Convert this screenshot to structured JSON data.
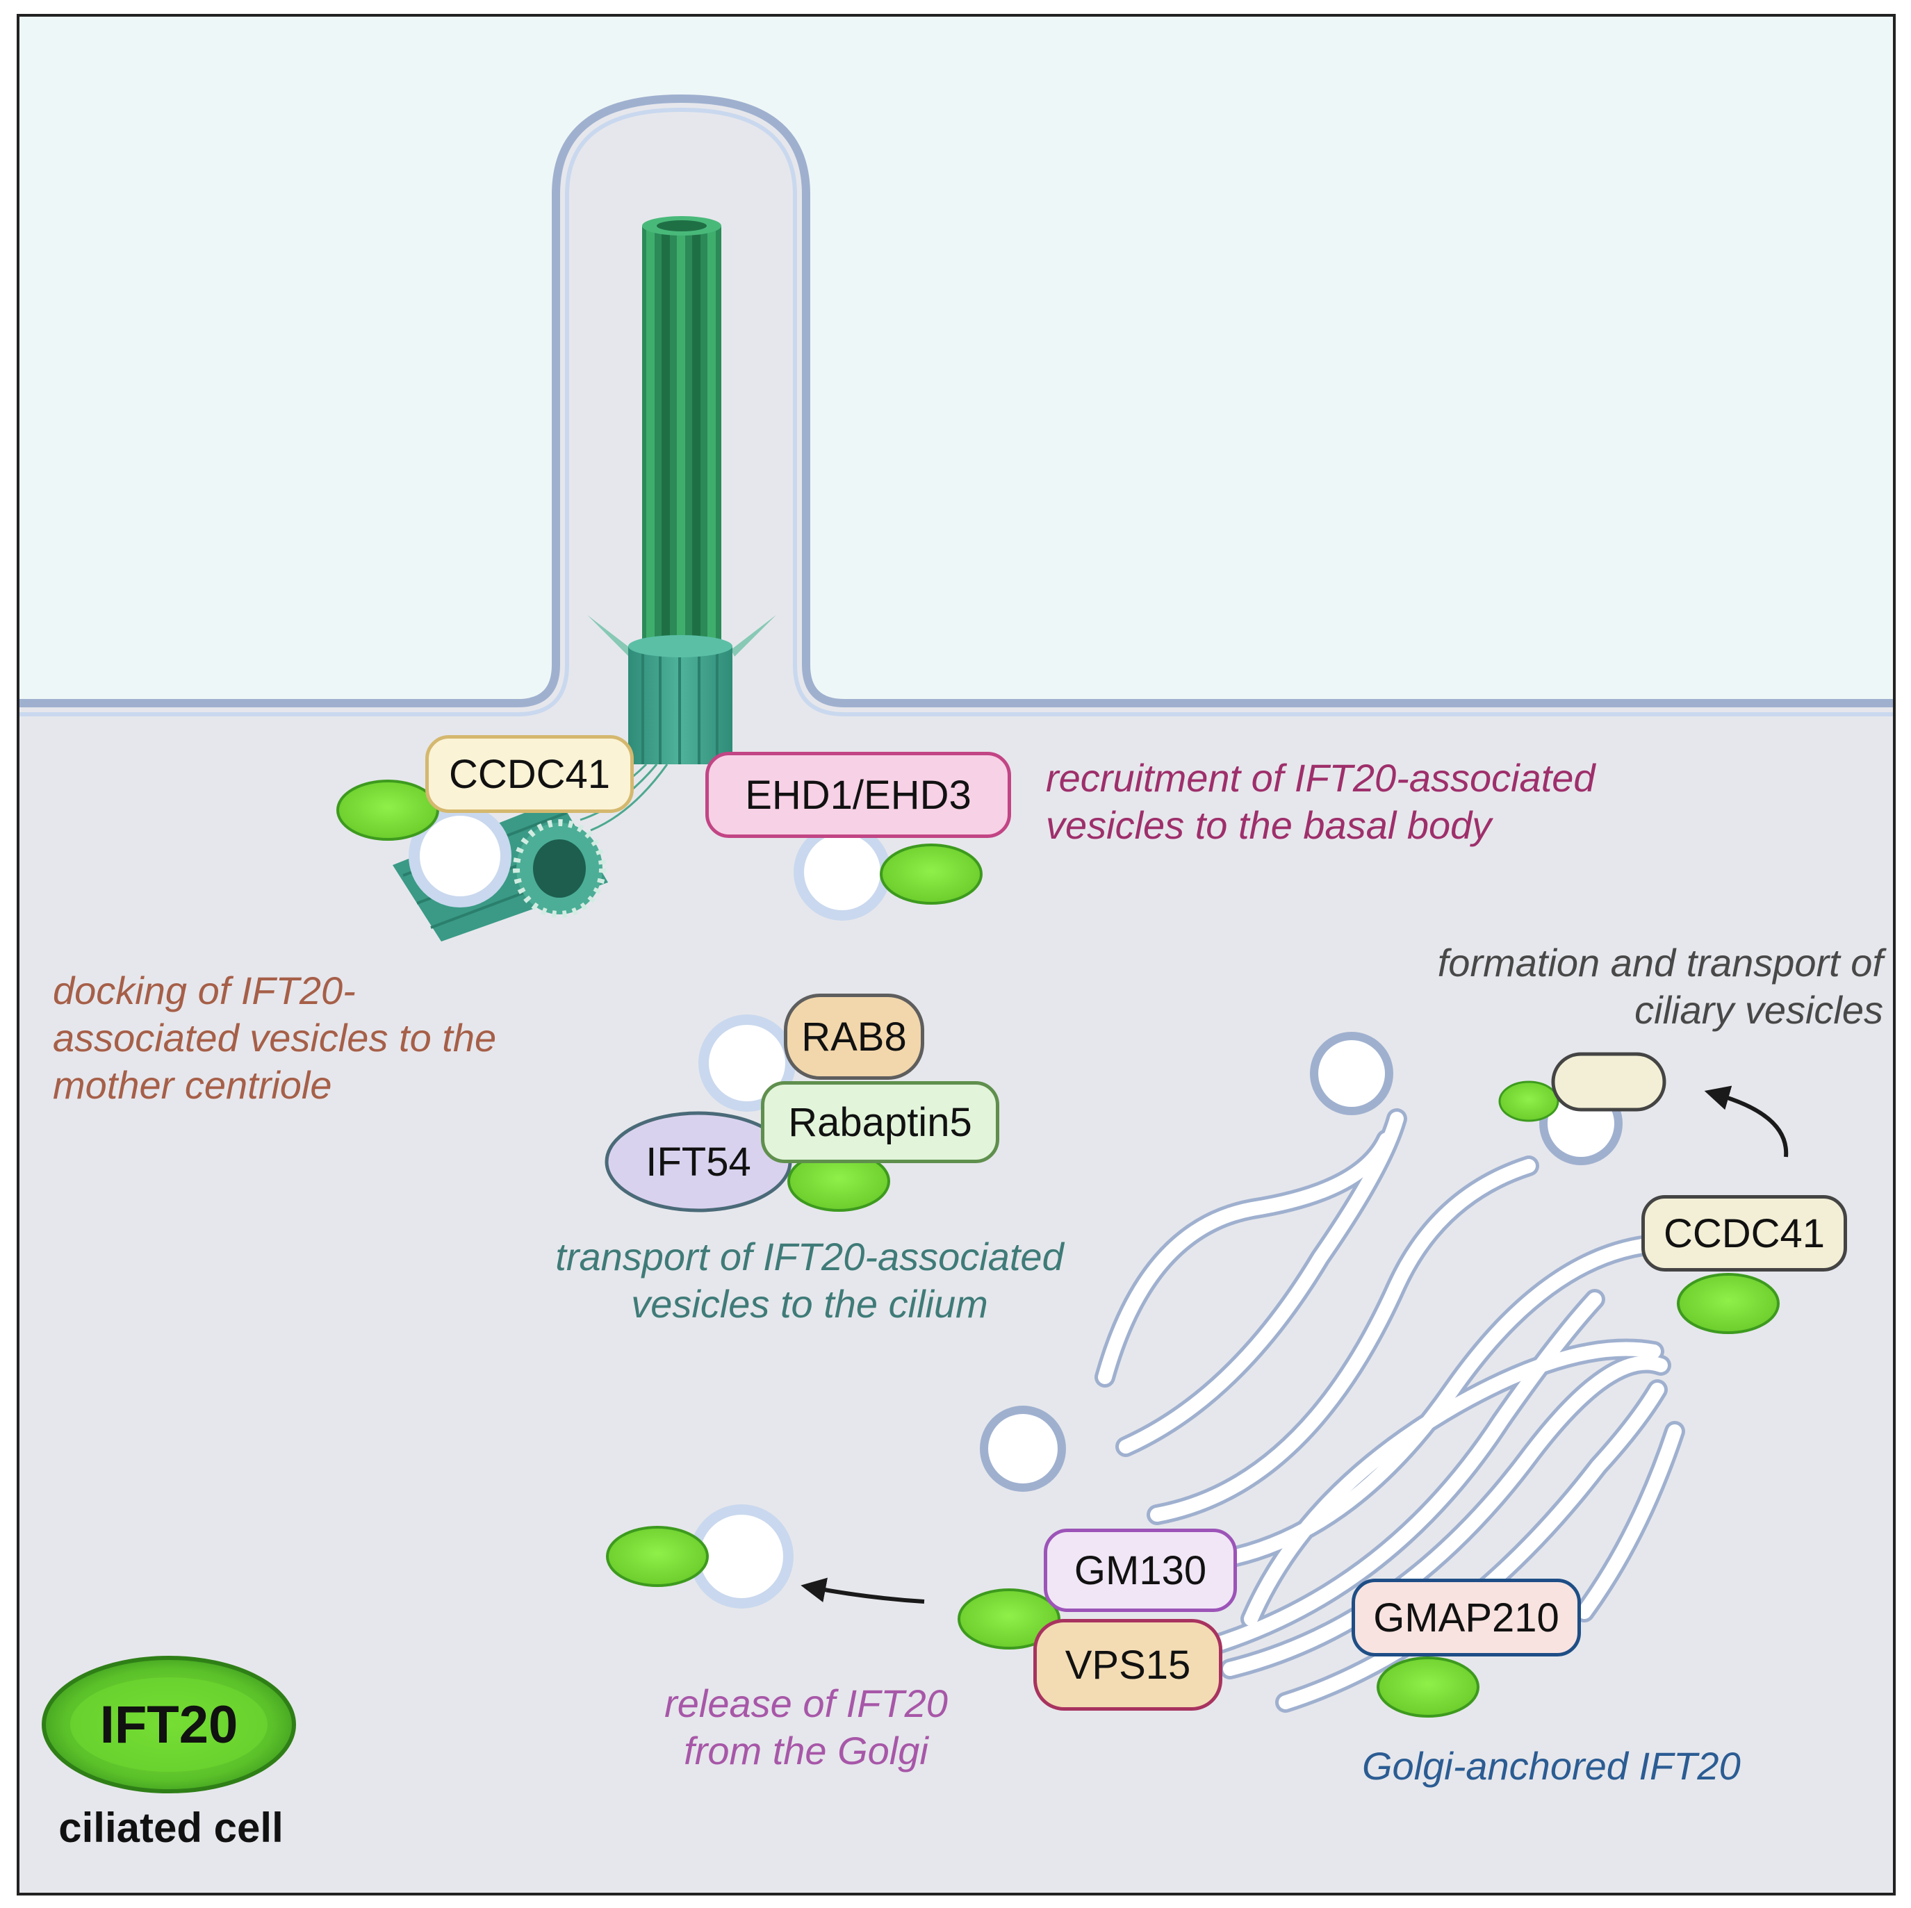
{
  "colors": {
    "outside": "#eef7f7",
    "cytoplasm": "#e6e7ec",
    "membrane": "#9fb0cf",
    "membrane_light": "#c9d8ee",
    "axoneme": "#2e8b5e",
    "basal_body": "#3a9a86",
    "ift20": "#7ede39",
    "ift20_edge": "#3d9a1e"
  },
  "proteins": {
    "ccdc41_top": "CCDC41",
    "ehd": "EHD1/EHD3",
    "rab8": "RAB8",
    "rabaptin5": "Rabaptin5",
    "ift54": "IFT54",
    "ccdc41_golgi": "CCDC41",
    "gm130": "GM130",
    "vps15": "VPS15",
    "gmap210": "GMAP210"
  },
  "captions": {
    "recruitment": [
      "recruitment of IFT20-associated",
      "vesicles to the basal body"
    ],
    "docking": [
      "docking of IFT20-",
      "associated vesicles to the",
      "mother centriole"
    ],
    "formation": [
      "formation and transport of",
      "ciliary vesicles"
    ],
    "transport": [
      "transport of IFT20-associated",
      "vesicles to the cilium"
    ],
    "release": [
      "release of IFT20",
      "from the Golgi"
    ],
    "golgi_anchored": "Golgi-anchored IFT20"
  },
  "legend": {
    "protein": "IFT20",
    "cell": "ciliated cell"
  }
}
